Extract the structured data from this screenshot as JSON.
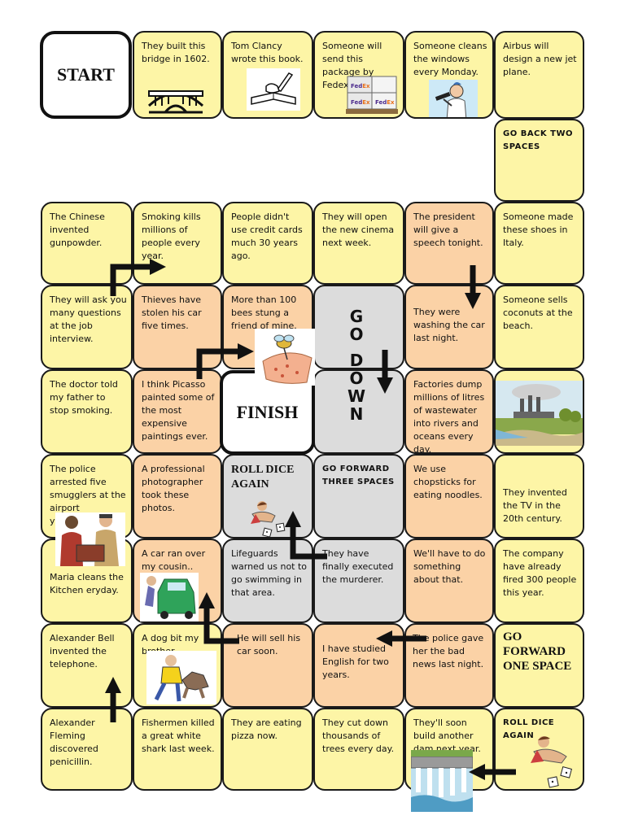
{
  "start_label": "START",
  "finish_label": "FINISH",
  "go_down": [
    "G",
    "O",
    "D",
    "O",
    "W",
    "N"
  ],
  "cells": {
    "r0c1": "They built this bridge in 1602.",
    "r0c2": "Tom Clancy wrote this book.",
    "r0c3": "Someone will send this package by Fedex.",
    "r0c4": "Someone cleans the windows every Monday.",
    "r0c5": "Airbus will design a new jet plane.",
    "r1c5": "GO BACK TWO SPACES",
    "r2c0": "The Chinese invented gunpowder.",
    "r2c1": "Smoking kills millions of people every year.",
    "r2c2": "People didn't use credit cards much 30 years ago.",
    "r2c3": "They will open the new cinema next week.",
    "r2c4": "The president will give a speech tonight.",
    "r2c5": "Someone made these shoes in Italy.",
    "r3c0": "They will ask you many questions at the job interview.",
    "r3c1": "Thieves have stolen his car five times.",
    "r3c2": "More than 100 bees stung a friend of mine.",
    "r3c4": "They were washing the car last night.",
    "r3c5": "Someone sells coconuts at the beach.",
    "r4c0": "The doctor told my father to stop smoking.",
    "r4c1": "I think Picasso painted some of the most expensive paintings ever.",
    "r4c4": "Factories dump millions of litres of wastewater into rivers and oceans every day.",
    "r5c0": "The police arrested five smugglers at the airport yesterday.",
    "r5c1": "A professional photographer took these photos.",
    "r5c2": "ROLL DICE AGAIN",
    "r5c3": "GO FORWARD THREE SPACES",
    "r5c4": "We use chopsticks for eating noodles.",
    "r5c5": "They invented the TV in the 20th century.",
    "r6c0": "Maria cleans the Kitchen eryday.",
    "r6c1": "A car ran over my cousin..",
    "r6c2": "Lifeguards warned us not to go swimming in that area.",
    "r6c3": "They have finally executed the murderer.",
    "r6c4": "We'll have to do something about that.",
    "r6c5": "The company have already fired 300 people this year.",
    "r7c0": "Alexander Bell invented the telephone.",
    "r7c1": "A dog bit my brother.",
    "r7c2": "He will sell his car soon.",
    "r7c3": "I have studied English for two years.",
    "r7c4": "The police gave her the bad news last night.",
    "r7c5": "GO FORWARD ONE SPACE",
    "r8c0": "Alexander Fleming discovered penicillin.",
    "r8c1": "Fishermen killed a great white shark last week.",
    "r8c2": "They are eating pizza now.",
    "r8c3": "They cut down thousands of trees every day.",
    "r8c4": "They'll soon build another dam next year.",
    "r8c5": "ROLL DICE AGAIN"
  },
  "colors": {
    "yellow": "#fdf5a6",
    "orange": "#fbd2a6",
    "gray": "#dcdcdc"
  },
  "icons": [
    "bridge-icon",
    "book-writing-icon",
    "fedex-packages-icon",
    "window-cleaner-icon",
    "bees-sting-icon",
    "factory-river-icon",
    "police-smugglers-icon",
    "car-accident-icon",
    "dog-bite-icon",
    "dice-hand-icon",
    "dam-icon"
  ]
}
